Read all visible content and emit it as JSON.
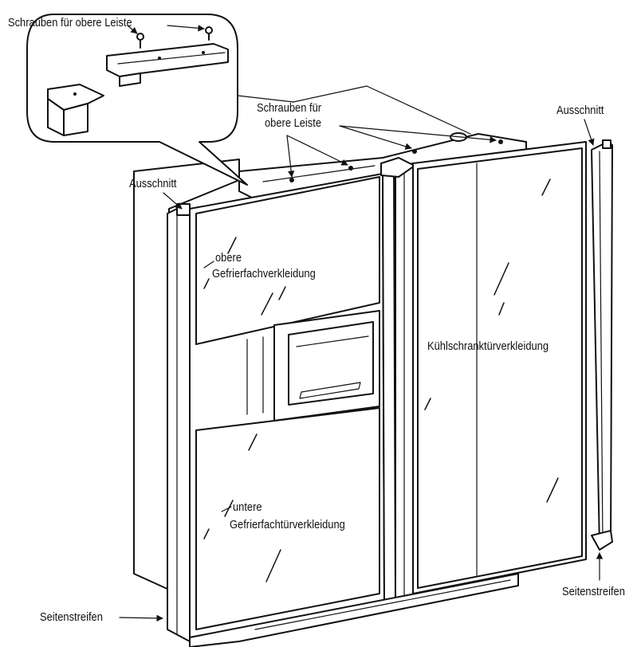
{
  "labels": {
    "schrauben_oben_detail": "Schrauben für obere Leiste",
    "schrauben_line1": "Schrauben für",
    "schrauben_line2": "obere Leiste",
    "ausschnitt_left": "Ausschnitt",
    "ausschnitt_right": "Ausschnitt",
    "obere_line1": "obere",
    "obere_line2": "Gefrierfachverkleidung",
    "kuehl": "Kühlschranktürverkleidung",
    "untere_line1": "untere",
    "untere_line2": "Gefrierfachtürverkleidung",
    "seiten_left": "Seitenstreifen",
    "seiten_right": "Seitenstreifen"
  }
}
